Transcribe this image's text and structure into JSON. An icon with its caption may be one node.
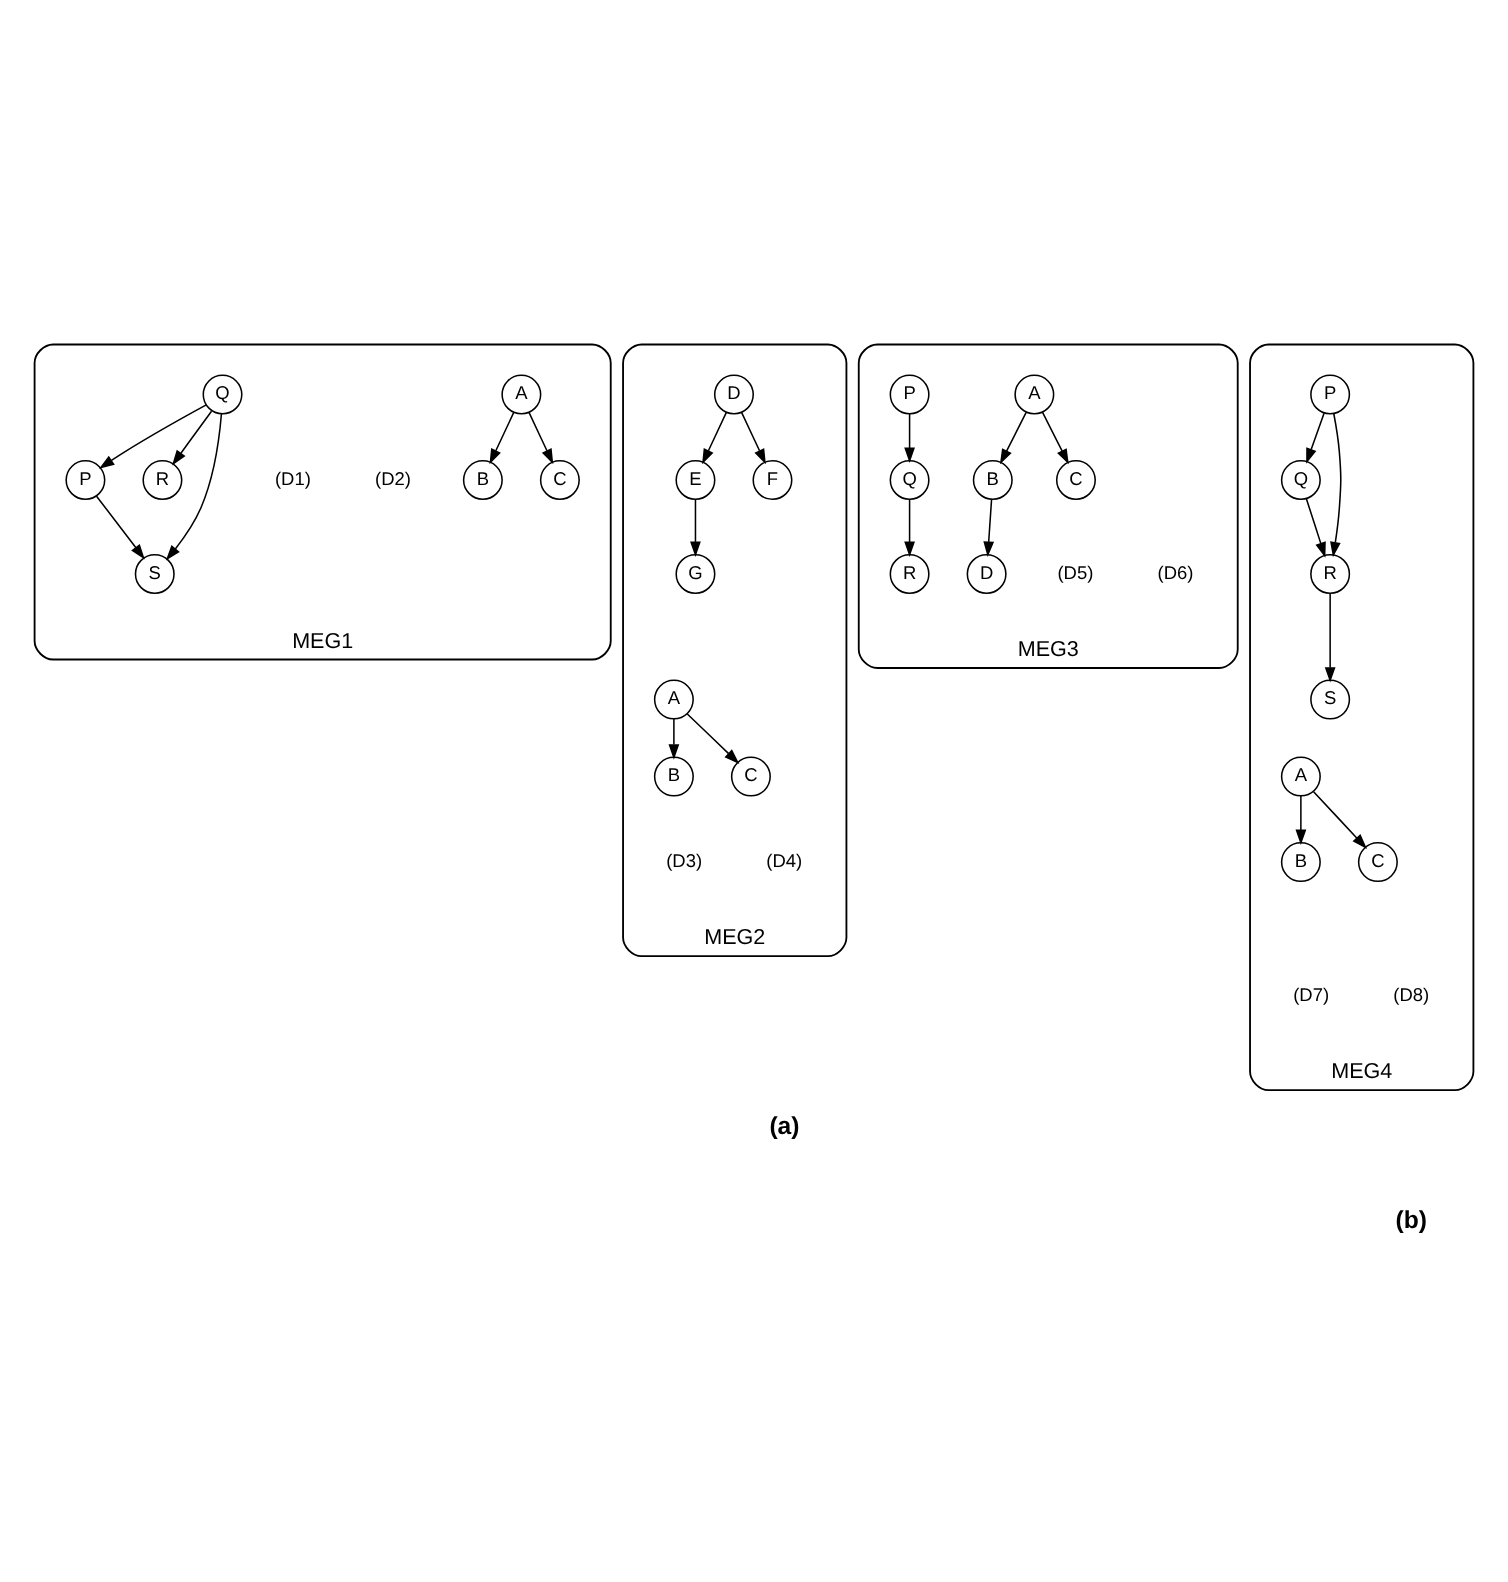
{
  "diagram": {
    "nodes": [
      {
        "text": [
          "MEG1"
        ]
      },
      {
        "text": [
          "A"
        ],
        "in": 0
      },
      {
        "text": [
          "B"
        ],
        "in": 0
      },
      {
        "text": [
          "C"
        ],
        "in": 0
      },
      {
        "text": [
          "Q"
        ],
        "in": 0
      },
      {
        "text": [
          "P"
        ],
        "in": 0
      },
      {
        "text": [
          "R"
        ],
        "in": 0
      },
      {
        "text": [
          "S"
        ],
        "in": 0
      },
      {
        "text": [
          "MEG3"
        ]
      },
      {
        "text": [
          "A"
        ],
        "in": 8
      },
      {
        "text": [
          "P"
        ],
        "in": 8
      },
      {
        "text": [
          "B"
        ],
        "in": 8
      },
      {
        "text": [
          "C"
        ],
        "in": 8
      },
      {
        "text": [
          "Q"
        ],
        "in": 8
      },
      {
        "text": [
          "D"
        ],
        "in": 8
      },
      {
        "text": [
          "R"
        ],
        "in": 8
      },
      {
        "text": [
          "MEG2"
        ]
      },
      {
        "text": [
          "A"
        ],
        "in": 16
      },
      {
        "text": [
          "D"
        ],
        "in": 16
      },
      {
        "text": [
          "B"
        ],
        "in": 16
      },
      {
        "text": [
          "C"
        ],
        "in": 16
      },
      {
        "text": [
          "E"
        ],
        "in": 16
      },
      {
        "text": [
          "F"
        ],
        "in": 16
      },
      {
        "text": [
          "G"
        ],
        "in": 16
      },
      {
        "text": [
          "MEG4"
        ]
      },
      {
        "text": [
          "A"
        ],
        "in": 24
      },
      {
        "text": [
          "P"
        ],
        "in": 24
      },
      {
        "text": [
          "B"
        ],
        "in": 24
      },
      {
        "text": [
          "C"
        ],
        "in": 24
      },
      {
        "text": [
          "Q"
        ],
        "in": 24
      },
      {
        "text": [
          "R"
        ],
        "in": 24
      },
      {
        "text": [
          "S"
        ],
        "in": 24
      }
    ],
    "edges": [
      {
        "from": 1,
        "to": 2,
        "arrow": "to"
      },
      {
        "from": 1,
        "to": 3,
        "arrow": "to"
      },
      {
        "from": 4,
        "to": 5,
        "arrow": "to"
      },
      {
        "from": 4,
        "to": 7,
        "arrow": "to"
      },
      {
        "from": 4,
        "to": 6,
        "arrow": "to"
      },
      {
        "from": 5,
        "to": 7,
        "arrow": "to"
      },
      {
        "from": 9,
        "to": 11,
        "arrow": "to"
      },
      {
        "from": 9,
        "to": 12,
        "arrow": "to"
      },
      {
        "from": 11,
        "to": 14,
        "arrow": "to"
      },
      {
        "from": 10,
        "to": 13,
        "arrow": "to"
      },
      {
        "from": 13,
        "to": 15,
        "arrow": "to"
      },
      {
        "from": 17,
        "to": 19,
        "arrow": "to"
      },
      {
        "from": 17,
        "to": 20,
        "arrow": "to"
      },
      {
        "from": 18,
        "to": 21,
        "arrow": "to"
      },
      {
        "from": 18,
        "to": 22,
        "arrow": "to"
      },
      {
        "from": 21,
        "to": 23,
        "arrow": "to"
      },
      {
        "from": 25,
        "to": 27,
        "arrow": "to"
      },
      {
        "from": 25,
        "to": 28,
        "arrow": "to"
      },
      {
        "from": 26,
        "to": 29,
        "arrow": "to"
      },
      {
        "from": 26,
        "to": 30,
        "arrow": "to"
      },
      {
        "from": 29,
        "to": 30,
        "arrow": "to"
      },
      {
        "from": 30,
        "to": 31,
        "arrow": "to"
      }
    ],
    "labels": [
      "(D1)",
      "(D2)",
      "(D5)",
      "(D6)",
      "(D3)",
      "(D4)",
      "(D7)",
      "(D8)",
      "(a)",
      "(b)"
    ]
  }
}
